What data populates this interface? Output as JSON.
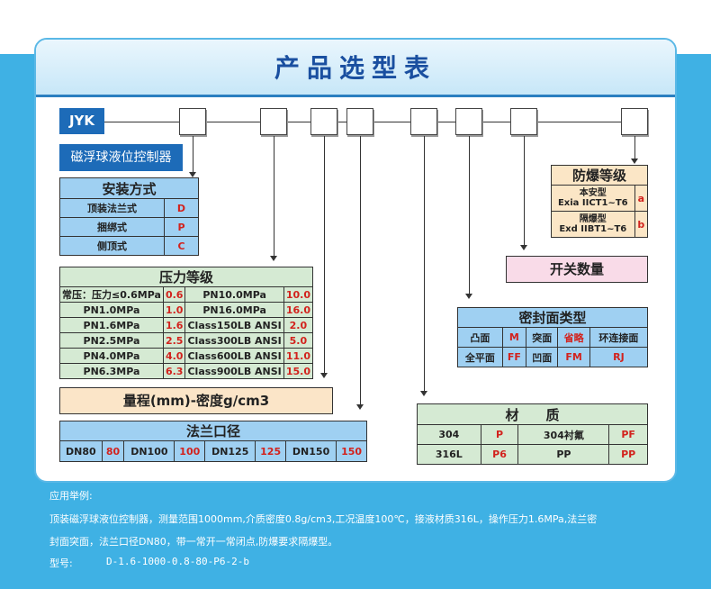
{
  "title": "产品选型表",
  "prefix": "JYK",
  "product_name": "磁浮球液位控制器",
  "install": {
    "title": "安装方式",
    "rows": [
      [
        "顶装法兰式",
        "D"
      ],
      [
        "捆绑式",
        "P"
      ],
      [
        "侧顶式",
        "C"
      ]
    ]
  },
  "pressure": {
    "title": "压力等级",
    "rows": [
      [
        "常压：压力≤0.6MPa",
        "0.6",
        "PN10.0MPa",
        "10.0"
      ],
      [
        "PN1.0MPa",
        "1.0",
        "PN16.0MPa",
        "16.0"
      ],
      [
        "PN1.6MPa",
        "1.6",
        "Class150LB ANSI",
        "2.0"
      ],
      [
        "PN2.5MPa",
        "2.5",
        "Class300LB ANSI",
        "5.0"
      ],
      [
        "PN4.0MPa",
        "4.0",
        "Class600LB ANSI",
        "11.0"
      ],
      [
        "PN6.3MPa",
        "6.3",
        "Class900LB ANSI",
        "15.0"
      ]
    ]
  },
  "range": "量程(mm)-密度g/cm3",
  "flange": {
    "title": "法兰口径",
    "row": [
      "DN80",
      "80",
      "DN100",
      "100",
      "DN125",
      "125",
      "DN150",
      "150"
    ]
  },
  "explosion": {
    "title": "防爆等级",
    "rows": [
      [
        "本安型",
        "Exia IICT1~T6",
        "a"
      ],
      [
        "隔爆型",
        "Exd IIBT1~T6",
        "b"
      ]
    ]
  },
  "switch": "开关数量",
  "seal": {
    "title": "密封面类型",
    "rows": [
      [
        "凸面",
        "M",
        "突面",
        "省略",
        "环连接面"
      ],
      [
        "全平面",
        "FF",
        "凹面",
        "FM",
        "RJ"
      ]
    ]
  },
  "material": {
    "title": "材　　质",
    "rows": [
      [
        "304",
        "P",
        "304衬氟",
        "PF"
      ],
      [
        "316L",
        "P6",
        "PP",
        "PP"
      ]
    ]
  },
  "example": {
    "heading": "应用举例:",
    "line1": "顶装磁浮球液位控制器，测量范围1000mm,介质密度0.8g/cm3,工况温度100℃，接液材质316L，操作压力1.6MPa,法兰密",
    "line2": "封面突面，法兰口径DN80，带一常开一常闭点,防爆要求隔爆型。",
    "model_label": "型号:",
    "model": "D-1.6-1000-0.8-80-P6-2-b"
  }
}
